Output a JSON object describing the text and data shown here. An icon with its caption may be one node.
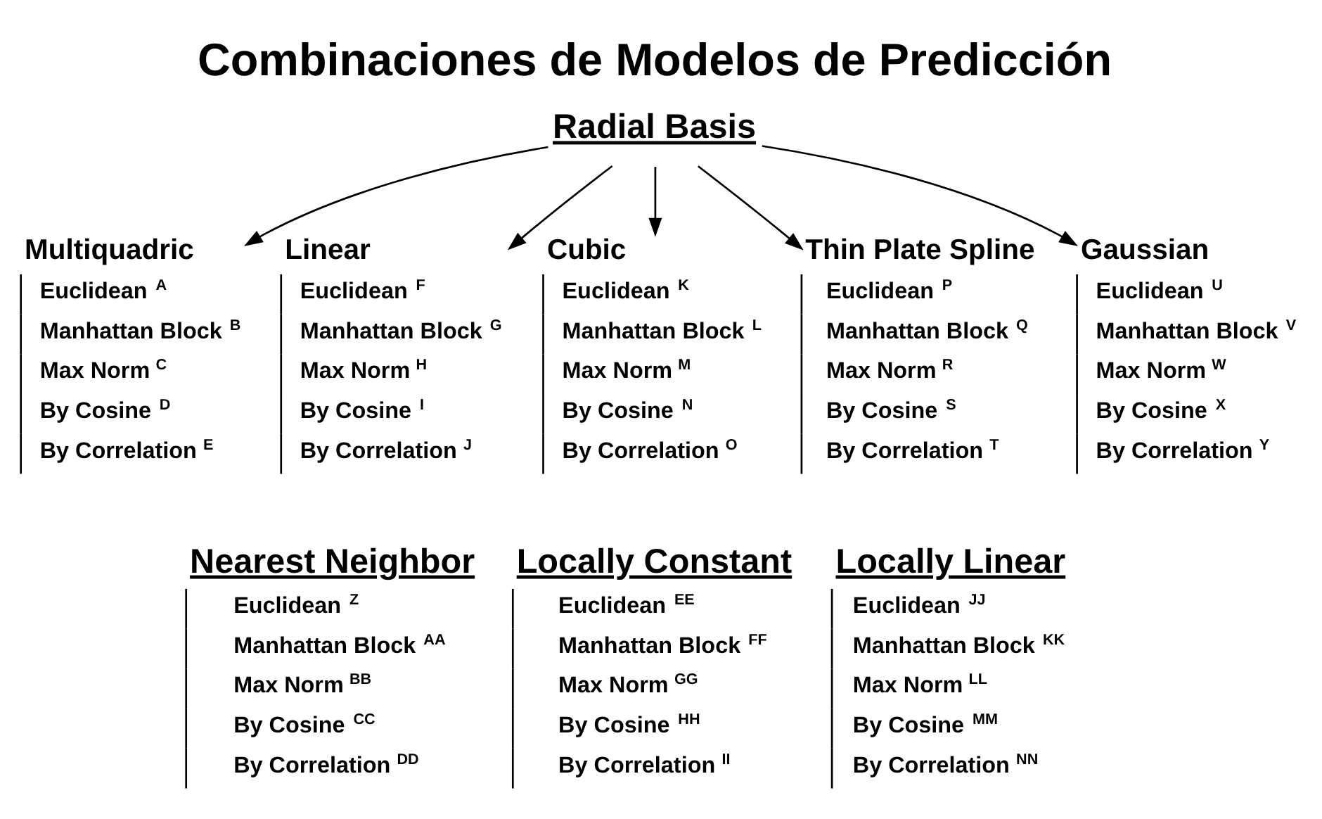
{
  "diagram": {
    "title": "Combinaciones de Modelos de Predicción",
    "nodes": [
      {
        "text": [
          "Radial Basis"
        ]
      },
      {
        "text": [
          "Multiquadric",
          "Euclidean $^{A}$",
          "Manhattan Block $^{B}$",
          "Max Norm $^{C}$",
          "By Cosine $^{D}$",
          "By Correlation $^{E}$"
        ]
      },
      {
        "text": [
          "Linear",
          "Euclidean $^{F}$",
          "Manhattan Block $^{G}$",
          "Max Norm $^{H}$",
          "By Cosine $^{I}$",
          "By Correlation $^{J}$"
        ]
      },
      {
        "text": [
          "Cubic",
          "Euclidean $^{K}$",
          "Manhattan Block $^{L}$",
          "Max Norm $^{M}$",
          "By Cosine $^{N}$",
          "By Correlation $^{O}$"
        ]
      },
      {
        "text": [
          "Thin Plate Spline",
          "Euclidean $^{P}$",
          "Manhattan Block $^{Q}$",
          "Max Norm $^{R}$",
          "By Cosine $^{S}$",
          "By Correlation $^{T}$"
        ]
      },
      {
        "text": [
          "Gaussian",
          "Euclidean $^{U}$",
          "Manhattan Block $^{V}$",
          "Max Norm $^{W}$",
          "By Cosine $^{X}$",
          "By Correlation $^{Y}$"
        ]
      },
      {
        "text": [
          "Nearest Neighbor",
          "Euclidean $^{Z}$",
          "Manhattan Block $^{AA}$",
          "Max Norm $^{BB}$",
          "By Cosine $^{CC}$",
          "By Correlation $^{DD}$"
        ]
      },
      {
        "text": [
          "Locally Constant",
          "Euclidean $^{EE}$",
          "Manhattan Block $^{FF}$",
          "Max Norm $^{GG}$",
          "By Cosine $^{HH}$",
          "By Correlation $^{II}$"
        ]
      },
      {
        "text": [
          "Locally Linear",
          "Euclidean $^{JJ}$",
          "Manhattan Block $^{KK}$",
          "Max Norm $^{LL}$",
          "By Cosine $^{MM}$",
          "By Correlation $^{NN}$"
        ]
      }
    ],
    "edges": [
      {
        "from": 0,
        "to": 1,
        "arrow": "to"
      },
      {
        "from": 0,
        "to": 2,
        "arrow": "to"
      },
      {
        "from": 0,
        "to": 3,
        "arrow": "to"
      },
      {
        "from": 0,
        "to": 4,
        "arrow": "to"
      },
      {
        "from": 0,
        "to": 5,
        "arrow": "to"
      }
    ]
  }
}
